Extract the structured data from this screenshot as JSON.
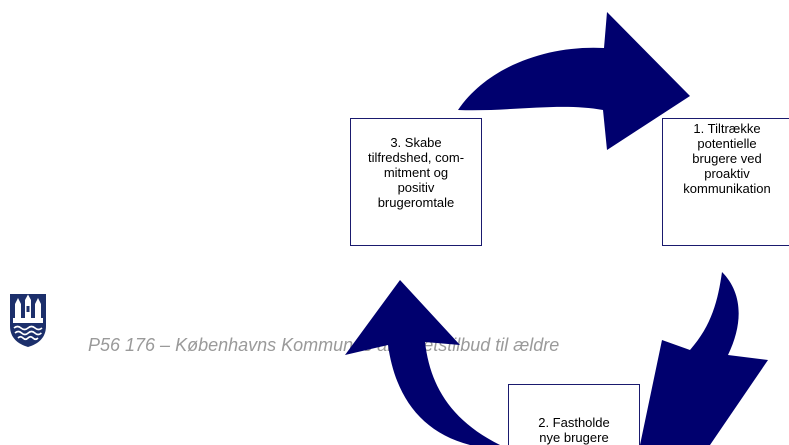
{
  "diagram": {
    "steps": [
      {
        "label": "1. Tiltrække\npotentielle\nbrugere ved\nproaktiv\nkommunikation"
      },
      {
        "label": "2. Fastholde\nnye brugere"
      },
      {
        "label": "3. Skabe\ntilfredshed, com-\nmitment og\npositiv\nbrugeromtale"
      }
    ]
  },
  "footer": {
    "text": "P56 176 – Københavns Kommunes aktivitetstilbud til ældre"
  },
  "colors": {
    "arrow_fill": "#00006e",
    "box_border": "#1a1a6e",
    "footer_text": "#9a9a9a",
    "logo": "#1c2f6b"
  },
  "logo": {
    "icon": "copenhagen-coat-of-arms-icon"
  }
}
